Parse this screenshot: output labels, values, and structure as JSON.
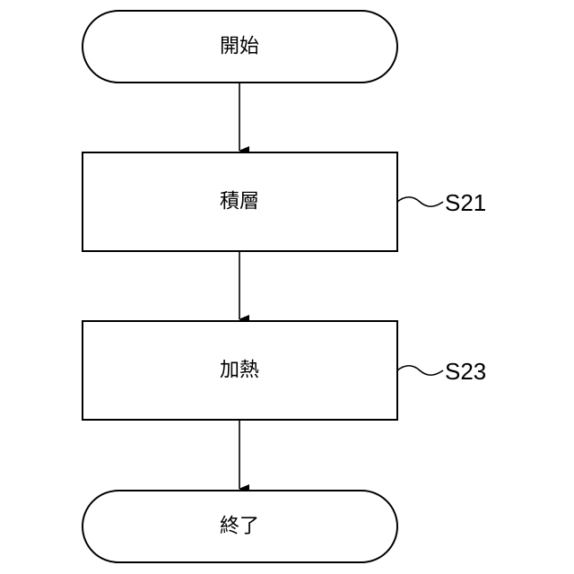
{
  "flowchart": {
    "start": {
      "label": "開始"
    },
    "step_1": {
      "label": "積層",
      "step_id": "S21"
    },
    "step_2": {
      "label": "加熱",
      "step_id": "S23"
    },
    "end": {
      "label": "終了"
    }
  }
}
